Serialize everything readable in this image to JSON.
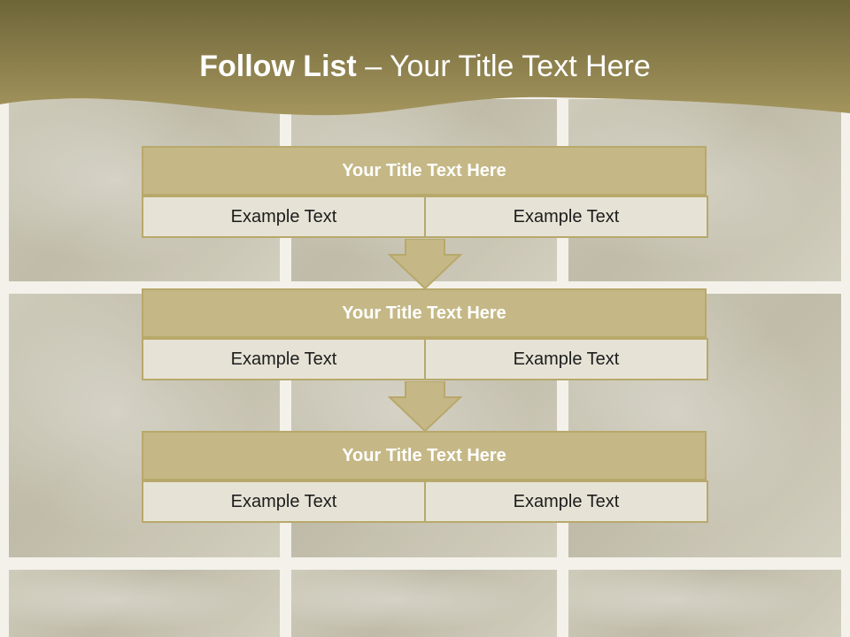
{
  "slide": {
    "title_bold": "Follow List",
    "title_rest": " – Your Title Text Here"
  },
  "steps": [
    {
      "title": "Your Title Text Here",
      "left": "Example Text",
      "right": "Example Text"
    },
    {
      "title": "Your Title Text Here",
      "left": "Example Text",
      "right": "Example Text"
    },
    {
      "title": "Your Title Text Here",
      "left": "Example Text",
      "right": "Example Text"
    }
  ],
  "colors": {
    "header_dark": "#6e6538",
    "header_light": "#a4955d",
    "block_fill": "#c5b886",
    "block_border": "#b8a86b",
    "cell_fill": "#e6e3d6"
  }
}
